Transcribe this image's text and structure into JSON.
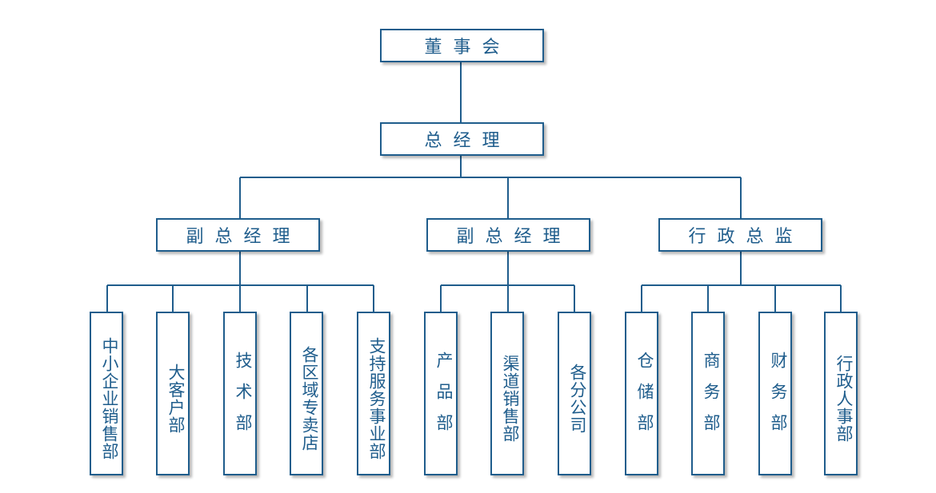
{
  "colors": {
    "line": "#1f5d8c",
    "text": "#1f5d8c",
    "border": "#1f5d8c"
  },
  "org": {
    "board": "董事会",
    "gm": "总经理",
    "managers": [
      "副总经理",
      "副总经理",
      "行政总监"
    ],
    "departments": [
      [
        "中小企业销售部",
        "大客户部",
        "技术部",
        "各区域专卖店",
        "支持服务事业部"
      ],
      [
        "产品部",
        "渠道销售部",
        "各分公司"
      ],
      [
        "仓储部",
        "商务部",
        "财务部",
        "行政人事部"
      ]
    ]
  }
}
